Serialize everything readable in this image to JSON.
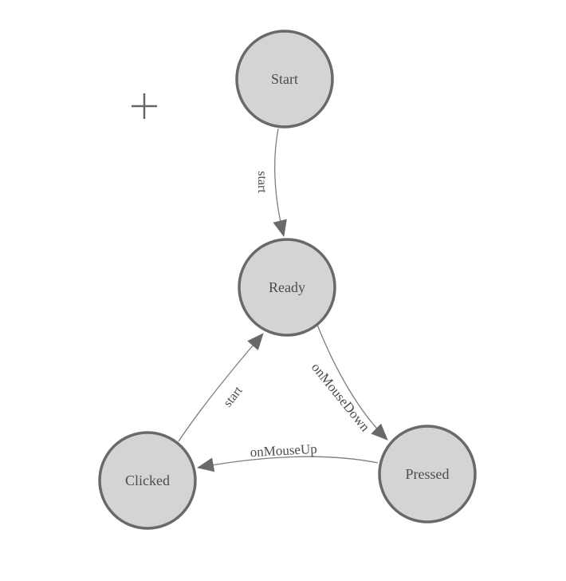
{
  "colors": {
    "background": "#ffffff",
    "node_fill": "#d4d4d4",
    "node_border": "#696969",
    "edge_line": "#7d7d7d",
    "arrowhead": "#696969",
    "label_text": "#4c4c4c",
    "crosshair": "#666666"
  },
  "icons": [
    {
      "name": "crosshair-icon",
      "glyph": "+"
    }
  ],
  "diagram": {
    "type": "state-machine",
    "nodes": [
      {
        "id": "start",
        "label": "Start"
      },
      {
        "id": "ready",
        "label": "Ready"
      },
      {
        "id": "clicked",
        "label": "Clicked"
      },
      {
        "id": "pressed",
        "label": "Pressed"
      }
    ],
    "edges": [
      {
        "from": "start",
        "to": "ready",
        "label": "start"
      },
      {
        "from": "ready",
        "to": "pressed",
        "label": "onMouseDown"
      },
      {
        "from": "pressed",
        "to": "clicked",
        "label": "onMouseUp"
      },
      {
        "from": "clicked",
        "to": "ready",
        "label": "start"
      }
    ]
  }
}
